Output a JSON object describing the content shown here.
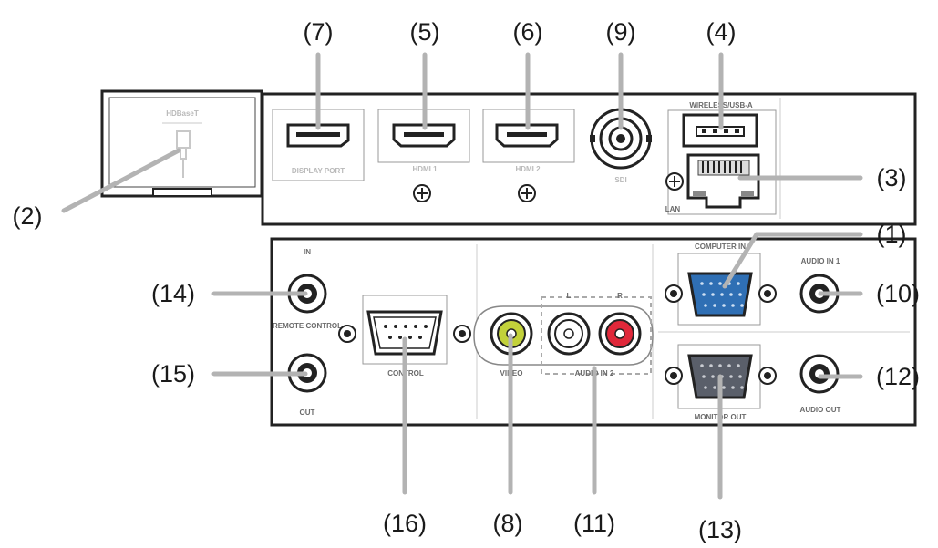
{
  "callouts": {
    "c1": "(1)",
    "c2": "(2)",
    "c3": "(3)",
    "c4": "(4)",
    "c5": "(5)",
    "c6": "(6)",
    "c7": "(7)",
    "c8": "(8)",
    "c9": "(9)",
    "c10": "(10)",
    "c11": "(11)",
    "c12": "(12)",
    "c13": "(13)",
    "c14": "(14)",
    "c15": "(15)",
    "c16": "(16)"
  },
  "port_labels": {
    "hdbaset": "HDBaseT",
    "displayport": "DISPLAY PORT",
    "hdmi1": "HDMI 1",
    "hdmi2": "HDMI 2",
    "sdi": "SDI",
    "usb_a": "WIRELESS/USB-A",
    "lan": "LAN",
    "computer_in": "COMPUTER IN",
    "audio_in1": "AUDIO IN 1",
    "remote_in": "IN",
    "remote_control": "REMOTE CONTROL",
    "remote_out": "OUT",
    "control": "CONTROL",
    "video": "VIDEO",
    "audio_in2": "AUDIO IN 2",
    "audio_l": "L",
    "audio_r": "R",
    "monitor_out": "MONITOR OUT",
    "audio_out": "AUDIO OUT"
  },
  "colors": {
    "video_jack": "#c2d13a",
    "audio_r_jack": "#e0283a",
    "vga_in": "#2f6fb4",
    "vga_out": "#5a5f6a"
  }
}
